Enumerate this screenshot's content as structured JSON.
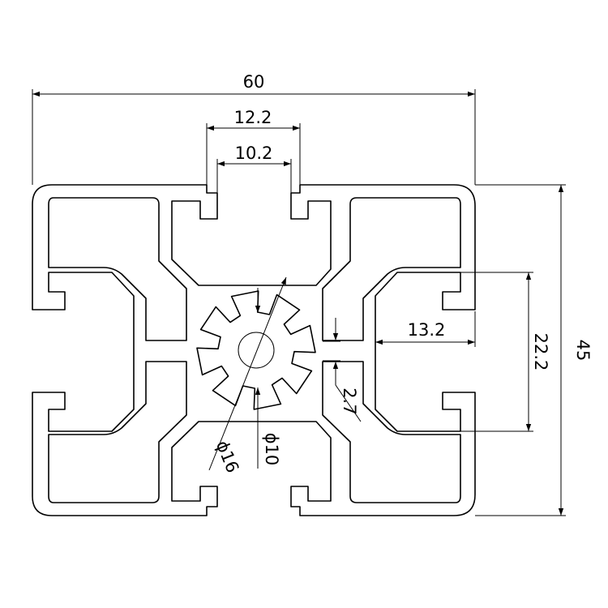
{
  "drawing": {
    "colors": {
      "line": "#000000",
      "background": "#ffffff"
    },
    "dimensions": {
      "overall_width": "60",
      "slot_outer": "12.2",
      "slot_inner": "10.2",
      "height": "45",
      "side_slot_span": "22.2",
      "side_depth": "13.2",
      "wall_thickness": "2.7",
      "core_outer_diameter": "ϕ16",
      "core_inner_diameter": "ϕ10"
    }
  }
}
